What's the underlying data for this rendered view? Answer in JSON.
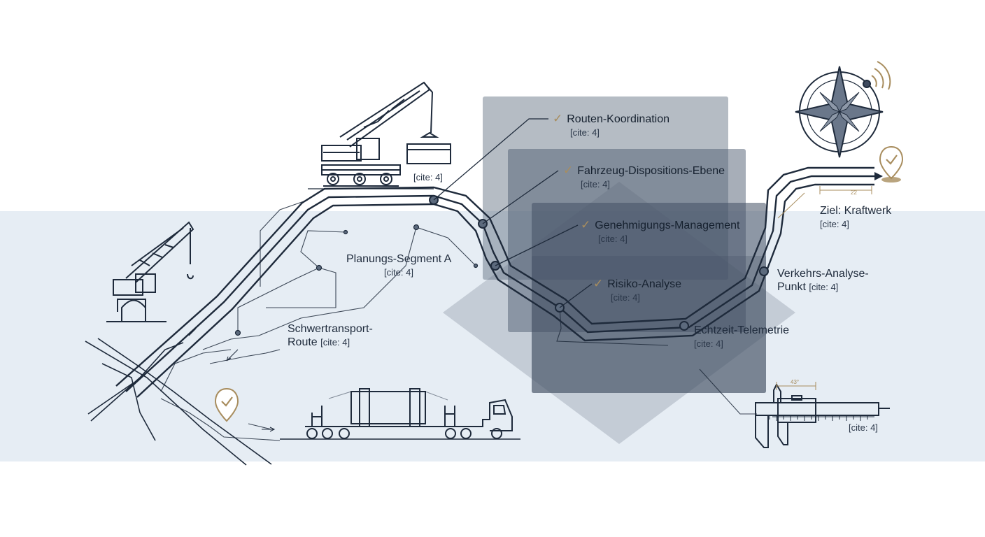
{
  "colors": {
    "line": "#1e2a3b",
    "accent_gold": "#a88d5e",
    "band": "#e6edf4",
    "panel": "#4a5769"
  },
  "labels": {
    "routen": {
      "title": "Routen-Koordination",
      "cite": "[cite: 4]"
    },
    "fahrzeug": {
      "title": "Fahrzeug-Dispositions-Ebene",
      "cite": "[cite: 4]"
    },
    "genehmigung": {
      "title": "Genehmigungs-Management",
      "cite": "[cite: 4]"
    },
    "risiko": {
      "title": "Risiko-Analyse",
      "cite": "[cite: 4]"
    },
    "echtzeit": {
      "title": "Echtzeit-Telemetrie",
      "cite": "[cite: 4]"
    },
    "planung": {
      "title": "Planungs-Segment A",
      "cite": "[cite: 4]"
    },
    "schwer": {
      "line1": "Schwertransport-",
      "line2": "Route",
      "cite": "[cite: 4]"
    },
    "ziel": {
      "title": "Ziel: Kraftwerk",
      "cite": "[cite: 4]"
    },
    "verkehr": {
      "line1": "Verkehrs-Analyse-",
      "line2": "Punkt",
      "cite": "[cite: 4]"
    },
    "crane_cite": "[cite: 4]",
    "caliper_cite": "[cite: 4]",
    "dim_small": "22",
    "dim_caliper": "43°"
  },
  "icons": [
    "crane-icon",
    "truck-icon",
    "compass-icon",
    "caliper-icon",
    "map-pin-icon",
    "signal-icon",
    "check-icon"
  ]
}
